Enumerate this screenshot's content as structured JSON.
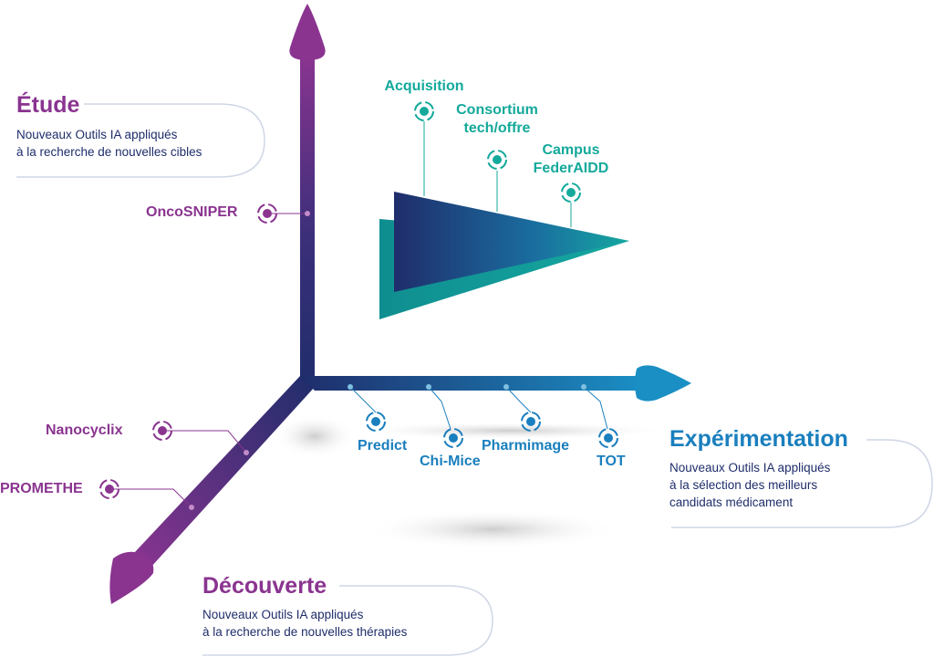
{
  "axes": {
    "etude": {
      "title": "Étude",
      "description": [
        "Nouveaux Outils IA appliqués",
        "à la recherche de nouvelles cibles"
      ]
    },
    "experimentation": {
      "title": "Expérimentation",
      "description": [
        "Nouveaux Outils IA appliqués",
        "à la sélection des meilleurs",
        "candidats médicament"
      ]
    },
    "decouverte": {
      "title": "Découverte",
      "description": [
        "Nouveaux Outils IA appliqués",
        "à la recherche de nouvelles thérapies"
      ]
    }
  },
  "projects": {
    "vertical": [
      "OncoSNIPER"
    ],
    "diagonal": [
      "Nanocyclix",
      "PROMETHE"
    ],
    "horizontal": [
      "Predict",
      "Chi-Mice",
      "Pharmimage",
      "TOT"
    ],
    "wedge": [
      {
        "lines": [
          "Acquisition"
        ]
      },
      {
        "lines": [
          "Consortium",
          "tech/offre"
        ]
      },
      {
        "lines": [
          "Campus",
          "FederAIDD"
        ]
      }
    ]
  },
  "colors": {
    "purple": "#8a3490",
    "teal": "#14a99b",
    "blue": "#1a7fbe",
    "navy": "#1f2d6b"
  }
}
